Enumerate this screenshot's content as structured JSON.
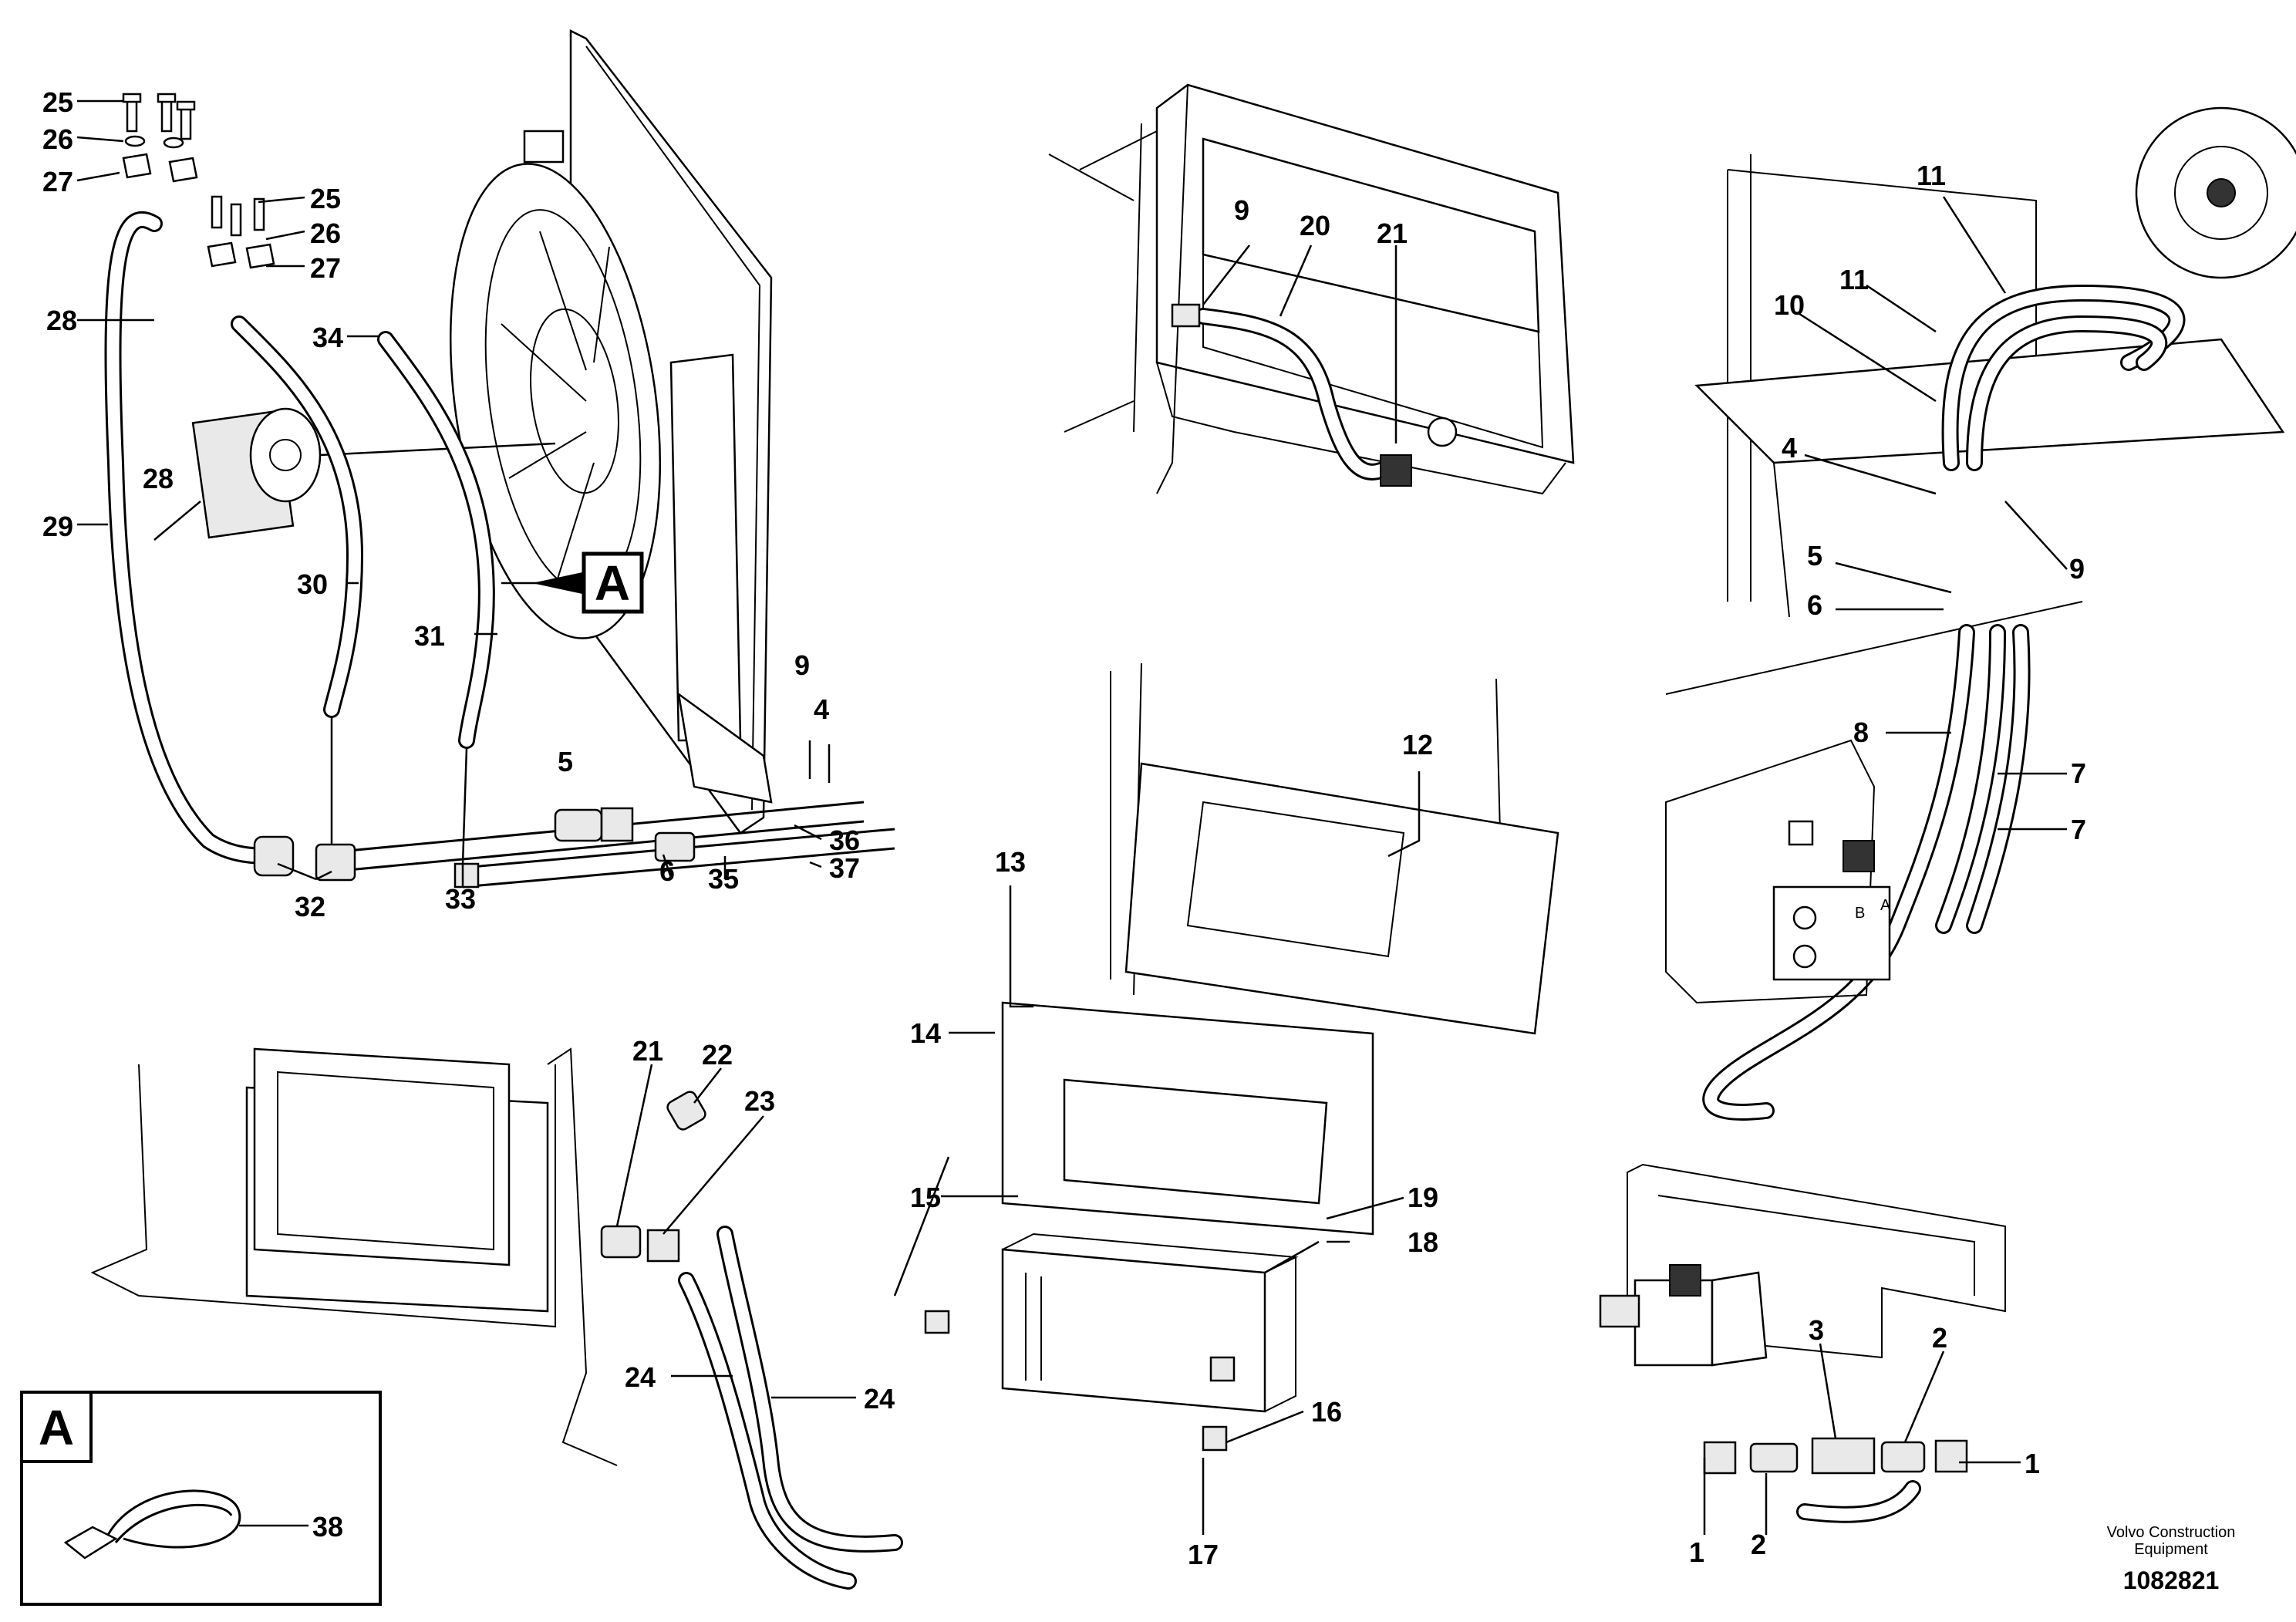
{
  "callouts": {
    "tl": [
      "25",
      "26",
      "27",
      "25",
      "26",
      "27",
      "28",
      "34",
      "28",
      "29",
      "30",
      "31",
      "9",
      "4",
      "5",
      "36",
      "37",
      "6",
      "35",
      "33",
      "32"
    ],
    "tm": [
      "9",
      "20",
      "21"
    ],
    "tr": [
      "11",
      "11",
      "10",
      "4",
      "9",
      "5",
      "6",
      "8",
      "7",
      "7"
    ],
    "mm": [
      "12",
      "13",
      "14",
      "15",
      "19",
      "18",
      "16",
      "17"
    ],
    "bl": [
      "21",
      "22",
      "23",
      "24",
      "24",
      "38"
    ],
    "br": [
      "3",
      "2",
      "1",
      "1",
      "2"
    ]
  },
  "detail_box": {
    "letter": "A"
  },
  "view_marker": {
    "letter": "A"
  },
  "valve_ports": {
    "b": "B",
    "a": "A"
  },
  "footer": {
    "brand_line1": "Volvo Construction",
    "brand_line2": "Equipment",
    "doc_number": "1082821"
  }
}
